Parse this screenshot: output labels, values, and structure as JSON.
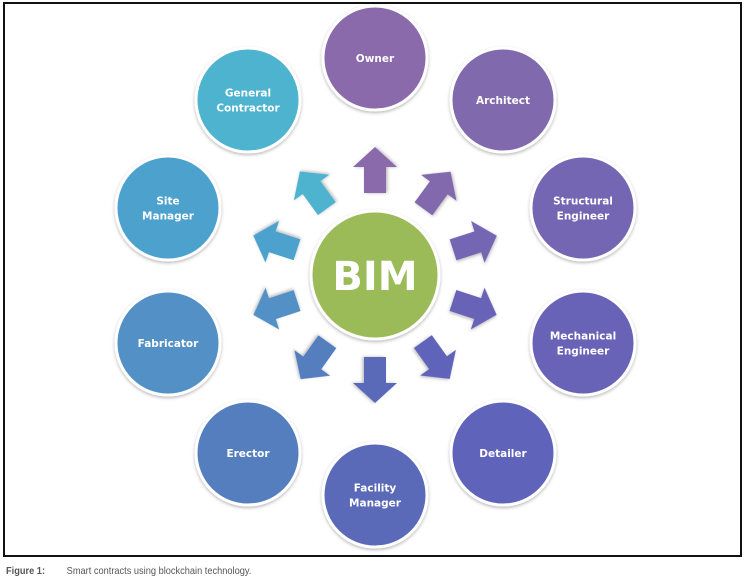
{
  "diagram": {
    "hub": {
      "label": "BIM",
      "color": "#9bbb59"
    },
    "nodes": [
      {
        "lines": [
          "Owner"
        ],
        "color": "#8a6aab",
        "arrow_color": "#8a6aab"
      },
      {
        "lines": [
          "Architect"
        ],
        "color": "#8069ad",
        "arrow_color": "#8269ad"
      },
      {
        "lines": [
          "Structural",
          "Engineer"
        ],
        "color": "#7566b3",
        "arrow_color": "#7566b3"
      },
      {
        "lines": [
          "Mechanical",
          "Engineer"
        ],
        "color": "#6963b8",
        "arrow_color": "#6963b8"
      },
      {
        "lines": [
          "Detailer"
        ],
        "color": "#5f64b9",
        "arrow_color": "#5f64b9"
      },
      {
        "lines": [
          "Facility",
          "Manager"
        ],
        "color": "#5a6ab9",
        "arrow_color": "#5a6ab9"
      },
      {
        "lines": [
          "Erector"
        ],
        "color": "#557ebf",
        "arrow_color": "#557ebf"
      },
      {
        "lines": [
          "Fabricator"
        ],
        "color": "#5290c6",
        "arrow_color": "#5290c6"
      },
      {
        "lines": [
          "Site",
          "Manager"
        ],
        "color": "#4ea2cd",
        "arrow_color": "#4ea2cd"
      },
      {
        "lines": [
          "General",
          "Contractor"
        ],
        "color": "#4db3cf",
        "arrow_color": "#4db3cf"
      }
    ]
  },
  "caption": {
    "figure_label": "Figure 1:",
    "text": "Smart contracts using blockchain technology."
  }
}
